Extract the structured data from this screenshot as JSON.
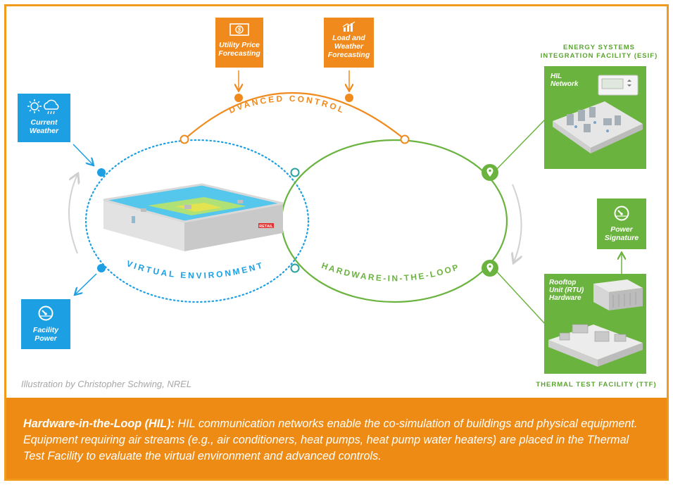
{
  "inputs": {
    "utility_price": "Utility Price\nForecasting",
    "load_weather": "Load and\nWeather\nForecasting",
    "current_weather": "Current\nWeather",
    "facility_power": "Facility\nPower",
    "power_signature": "Power\nSignature"
  },
  "loops": {
    "advanced_controls": "ADVANCED CONTROLS",
    "virtual_environment": "VIRTUAL ENVIRONMENT",
    "hardware_in_the_loop": "HARDWARE-IN-THE-LOOP"
  },
  "facilities": {
    "esif_title": "ENERGY SYSTEMS\nINTEGRATION FACILITY (ESIF)",
    "hil_network": "HIL\nNetwork",
    "ttf_title": "THERMAL TEST FACILITY (TTF)",
    "rtu": "Rooftop\nUnit (RTU)\nHardware"
  },
  "building_sign": "RETAIL",
  "credit": "Illustration by Christopher Schwing, NREL",
  "footer": {
    "lead": "Hardware-in-the-Loop (HIL):",
    "body": " HIL communication networks enable the co-simulation of buildings and physical equipment. Equipment requiring air streams (e.g., air conditioners, heat pumps, heat pump water heaters) are placed in the Thermal Test Facility to evaluate the virtual environment and advanced controls."
  },
  "colors": {
    "orange": "#f08a1d",
    "blue": "#1c9fe3",
    "green": "#6ab33e"
  }
}
